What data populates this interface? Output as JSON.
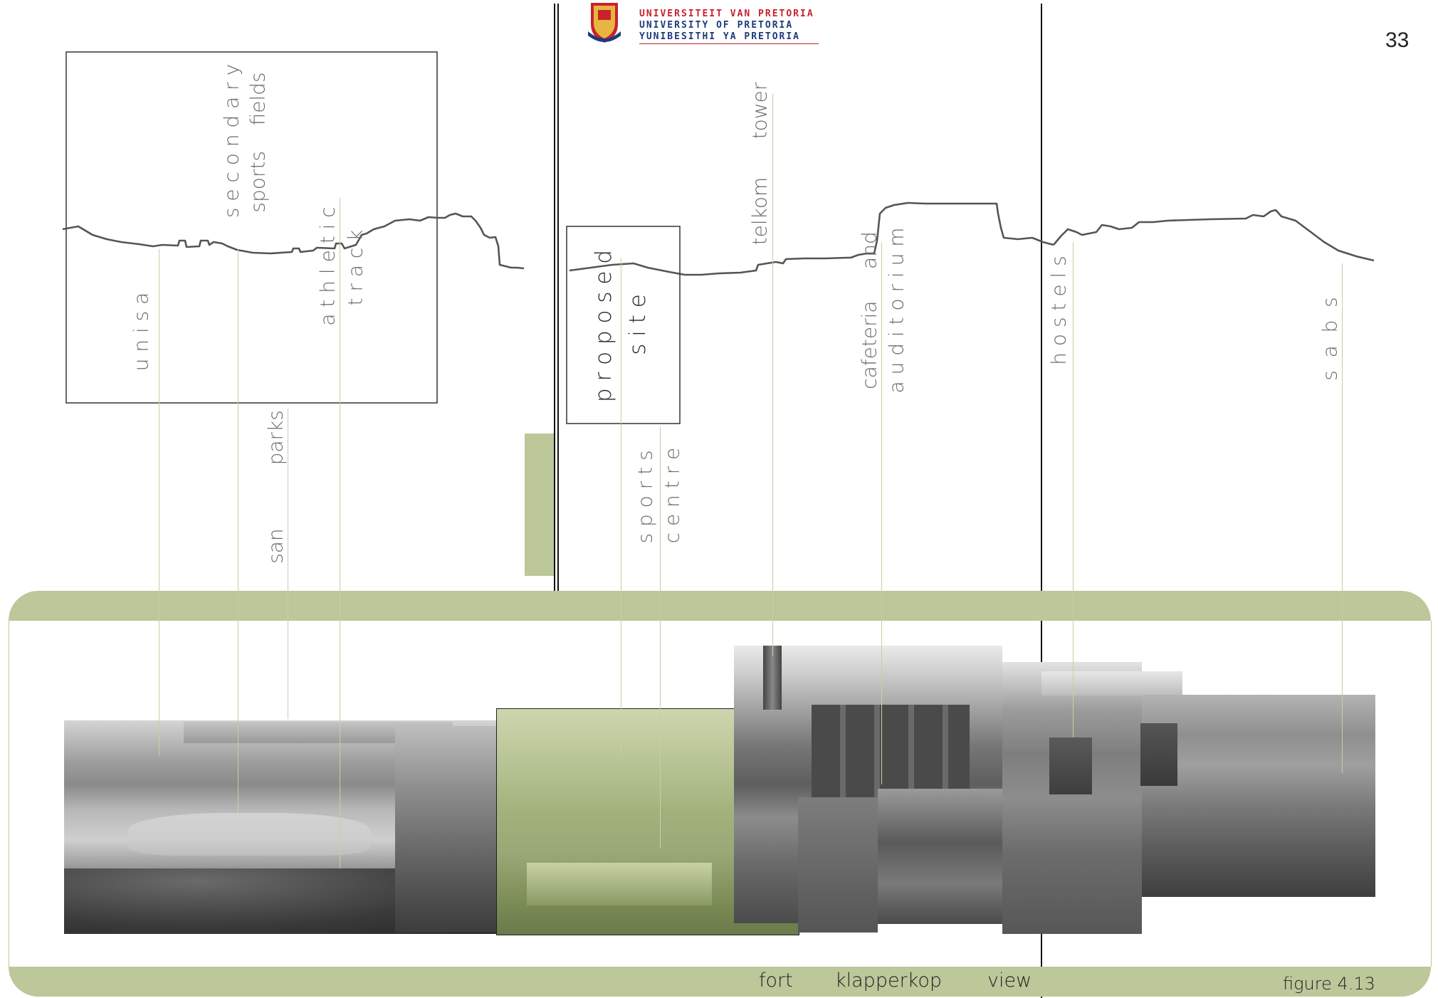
{
  "header": {
    "university_lines": [
      "UNIVERSITEIT VAN PRETORIA",
      "UNIVERSITY OF PRETORIA",
      "YUNIBESITHI YA PRETORIA"
    ],
    "crest_icon": "university-crest-icon"
  },
  "page_number": "33",
  "labels": {
    "unisa": "u n i s a",
    "secondary": "s e c o n d a r y",
    "sports_fields": "sports    fields",
    "san_parks": "san          parks",
    "athletic": "a t h l e t i c",
    "track": "t r a c k",
    "proposed": "p r o p o s e d",
    "site": "s i t e",
    "sports": "s p o r t s",
    "centre": "c e n t r e",
    "telkom_tower": "telkom      tower",
    "cafeteria_and": "cafeteria     and",
    "auditorium": "a u d i t o r i u m",
    "hostels": "h o s t e l s",
    "sabs": "s  a  b  s"
  },
  "footer": {
    "caption_words": [
      "fort",
      "klapperkop",
      "view"
    ],
    "figure_label": "figure 4.13"
  },
  "colors": {
    "accent_green": "#bcc79a",
    "leader_green": "#c6cfa8",
    "text_gray": "#6a6a6a",
    "crest_red": "#c8232c",
    "crest_blue": "#1f3b7a"
  }
}
